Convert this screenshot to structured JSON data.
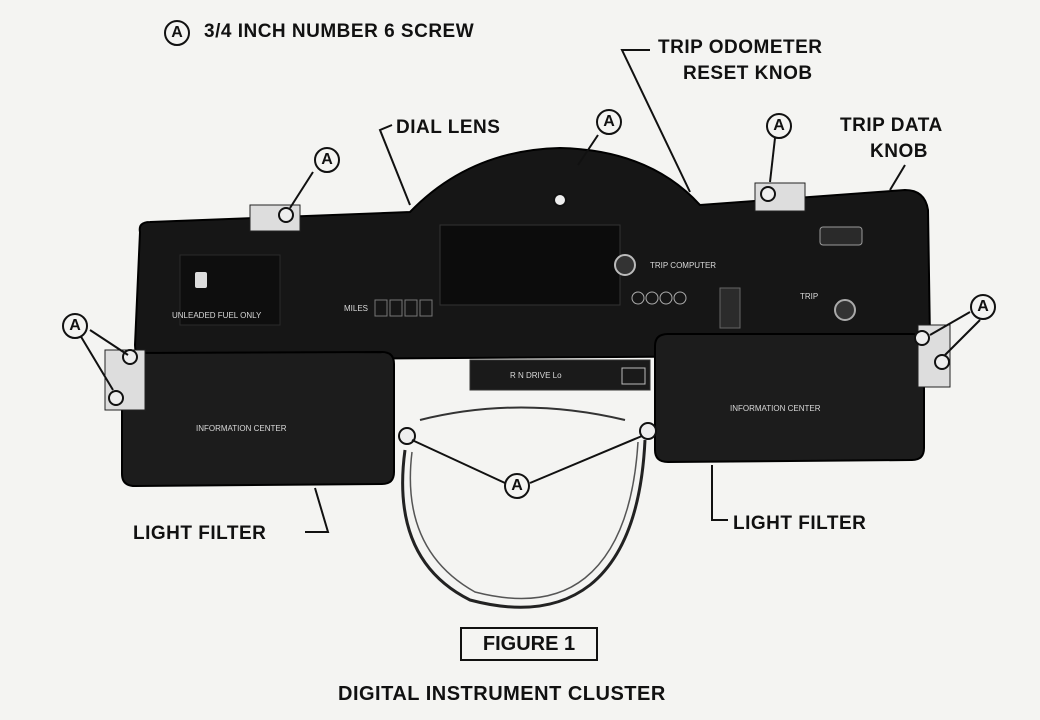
{
  "legend": {
    "symbol": "A",
    "text": "3/4 INCH NUMBER 6 SCREW"
  },
  "callouts": {
    "dial_lens": "DIAL LENS",
    "trip_odometer_line1": "TRIP ODOMETER",
    "trip_odometer_line2": "RESET KNOB",
    "trip_data_line1": "TRIP DATA",
    "trip_data_line2": "KNOB",
    "light_filter_left": "LIGHT FILTER",
    "light_filter_right": "LIGHT FILTER",
    "screw_marker": "A"
  },
  "panel_text": {
    "unleaded": "UNLEADED FUEL ONLY",
    "miles": "MILES",
    "trip_computer": "TRIP COMPUTER",
    "trip": "TRIP",
    "gear": "R N DRIVE Lo",
    "info_center_left": "INFORMATION CENTER",
    "info_center_right": "INFORMATION CENTER"
  },
  "figure_label": "FIGURE 1",
  "caption": "DIGITAL INSTRUMENT CLUSTER",
  "colors": {
    "ink": "#111111",
    "paper": "#f4f4f2",
    "panel": "#161616",
    "filter": "#1c1c1c"
  }
}
